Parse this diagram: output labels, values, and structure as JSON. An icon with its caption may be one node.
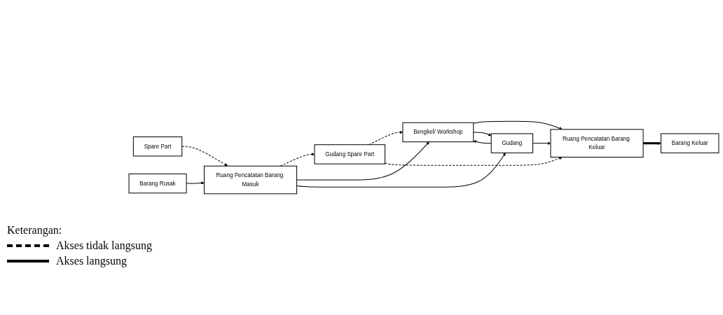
{
  "diagram": {
    "nodes": [
      {
        "text": [
          "Spare Part"
        ]
      },
      {
        "text": [
          "Barang Rusak"
        ]
      },
      {
        "text": [
          "Ruang Pencatatan Barang Masuk"
        ]
      },
      {
        "text": [
          "Gudang Spare Part"
        ]
      },
      {
        "text": [
          "Bengkel/ Workshop"
        ]
      },
      {
        "text": [
          "Gudang"
        ]
      },
      {
        "text": [
          "Ruang Pencatatan Barang Keluar"
        ]
      },
      {
        "text": [
          "Barang Keluar"
        ]
      }
    ],
    "edges": [
      {
        "from": 0,
        "to": 2,
        "arrow": "to",
        "style": "dashed"
      },
      {
        "from": 1,
        "to": 2,
        "arrow": "to"
      },
      {
        "from": 2,
        "to": 3,
        "arrow": "to",
        "style": "dashed"
      },
      {
        "from": 2,
        "to": 4,
        "arrow": "to"
      },
      {
        "from": 2,
        "to": 5,
        "arrow": "to"
      },
      {
        "from": 3,
        "to": 4,
        "arrow": "to",
        "style": "dashed"
      },
      {
        "from": 3,
        "to": 6,
        "arrow": "to",
        "style": "dashed"
      },
      {
        "from": 4,
        "to": 6,
        "arrow": "to"
      },
      {
        "from": 4,
        "to": 5,
        "arrow": "to"
      },
      {
        "from": 5,
        "to": 4,
        "arrow": "to"
      },
      {
        "from": 5,
        "to": 6,
        "arrow": "to"
      },
      {
        "from": 6,
        "to": 7,
        "arrow": "to",
        "style": "thick"
      }
    ],
    "labels": [
      "Keterangan:"
    ],
    "legend": [
      {
        "text": "Akses tidak langsung"
      },
      {
        "text": "Akses langsung"
      }
    ]
  }
}
